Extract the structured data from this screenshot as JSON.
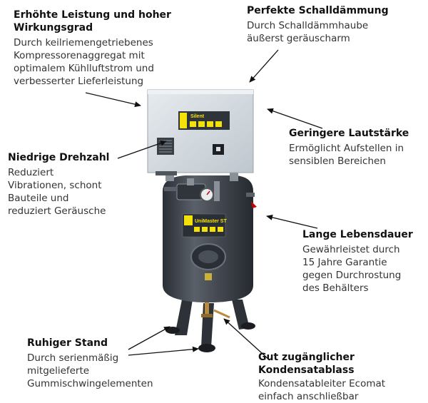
{
  "callouts": [
    {
      "title": "Erhöhte Leistung und hoher\nWirkungsgrad",
      "desc": "Durch keilriemengetriebenes\nKompressorenaggregat mit\noptimalem Kühlluftstrom und\nverbesserter Lieferleistung"
    },
    {
      "title": "Perfekte Schalldämmung",
      "desc": "Durch Schalldämmhaube\näußerst geräuscharm"
    },
    {
      "title": "Geringere Lautstärke",
      "desc": "Ermöglicht Aufstellen in\nsensiblen Bereichen"
    },
    {
      "title": "Niedrige Drehzahl",
      "desc": "Reduziert\nVibrationen, schont\nBauteile und\nreduziert Geräusche"
    },
    {
      "title": "Lange Lebensdauer",
      "desc": "Gewährleistet durch\n15 Jahre Garantie\ngegen Durchrostung\ndes Behälters"
    },
    {
      "title": "Ruhiger Stand",
      "desc": "Durch serienmäßig\nmitgelieferte\nGummischwingelementen"
    },
    {
      "title": "Gut zugänglicher\nKondensatablass",
      "desc": "Kondensatableiter Ecomat\neinfach anschließbar"
    }
  ],
  "product": {
    "hood_label": "Silent",
    "tank_label": "UniMaster ST"
  },
  "colors": {
    "hood": "#d7dde2",
    "tank": "#3b4048",
    "accent": "#f4e10a",
    "arrow": "#111111"
  }
}
